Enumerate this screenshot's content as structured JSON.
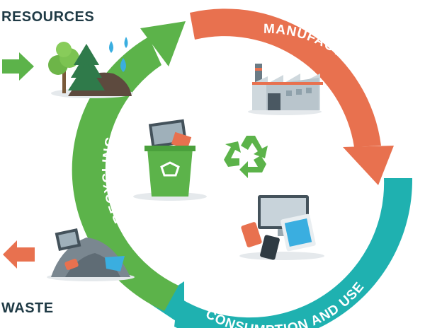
{
  "labels": {
    "resources": "RESOURCES",
    "waste": "WASTE",
    "manufacturing": "MANUFACTURING",
    "consumption": "CONSUMPTION AND USE",
    "recycling": "RECYCLING"
  },
  "colors": {
    "text_dark": "#1f3a45",
    "manufacturing": "#e8714f",
    "consumption": "#1fb1b0",
    "recycling": "#5cb34a",
    "input_arrow": "#5cb34a",
    "output_arrow": "#e8714f",
    "bin": "#5cb34a",
    "recycle_symbol": "#5cb34a"
  },
  "icons": {
    "resources": "trees-and-water-drops-icon",
    "manufacturing": "factory-icon",
    "consumption": "electronic-devices-icon",
    "recycling": "recycle-bin-icon",
    "waste": "waste-pile-icon",
    "center": "recycle-symbol-icon"
  }
}
